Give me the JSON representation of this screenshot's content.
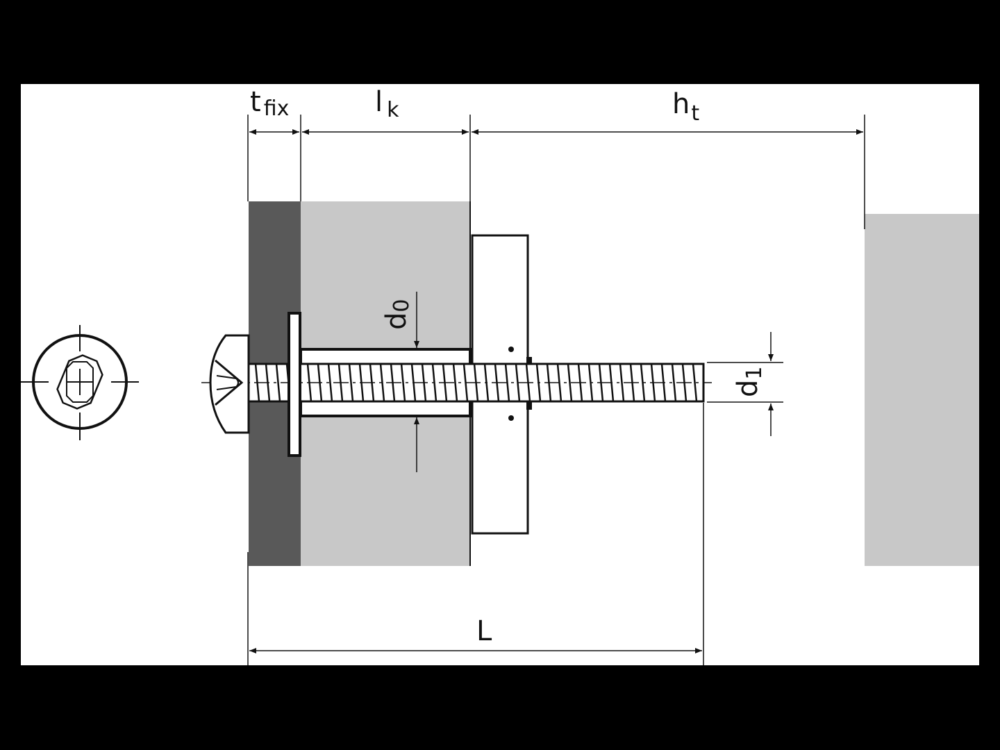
{
  "diagram": {
    "title": "Cavity toggle anchor with pan-head Pozidriv screw – dimension drawing",
    "labels": {
      "t_fix": {
        "base": "t",
        "sub": "fix"
      },
      "l_k": {
        "base": "l",
        "sub": "k"
      },
      "h_t": {
        "base": "h",
        "sub": "t"
      },
      "d_0": {
        "base": "d",
        "sub": "0"
      },
      "d_1": {
        "base": "d",
        "sub": "1"
      },
      "L": {
        "base": "L"
      }
    },
    "colors": {
      "background": "#ffffff",
      "outer": "#000000",
      "fixture": "#595959",
      "board": "#c8c8c8",
      "line": "#111111"
    },
    "icons": [
      "pozidriv-head-icon"
    ]
  }
}
